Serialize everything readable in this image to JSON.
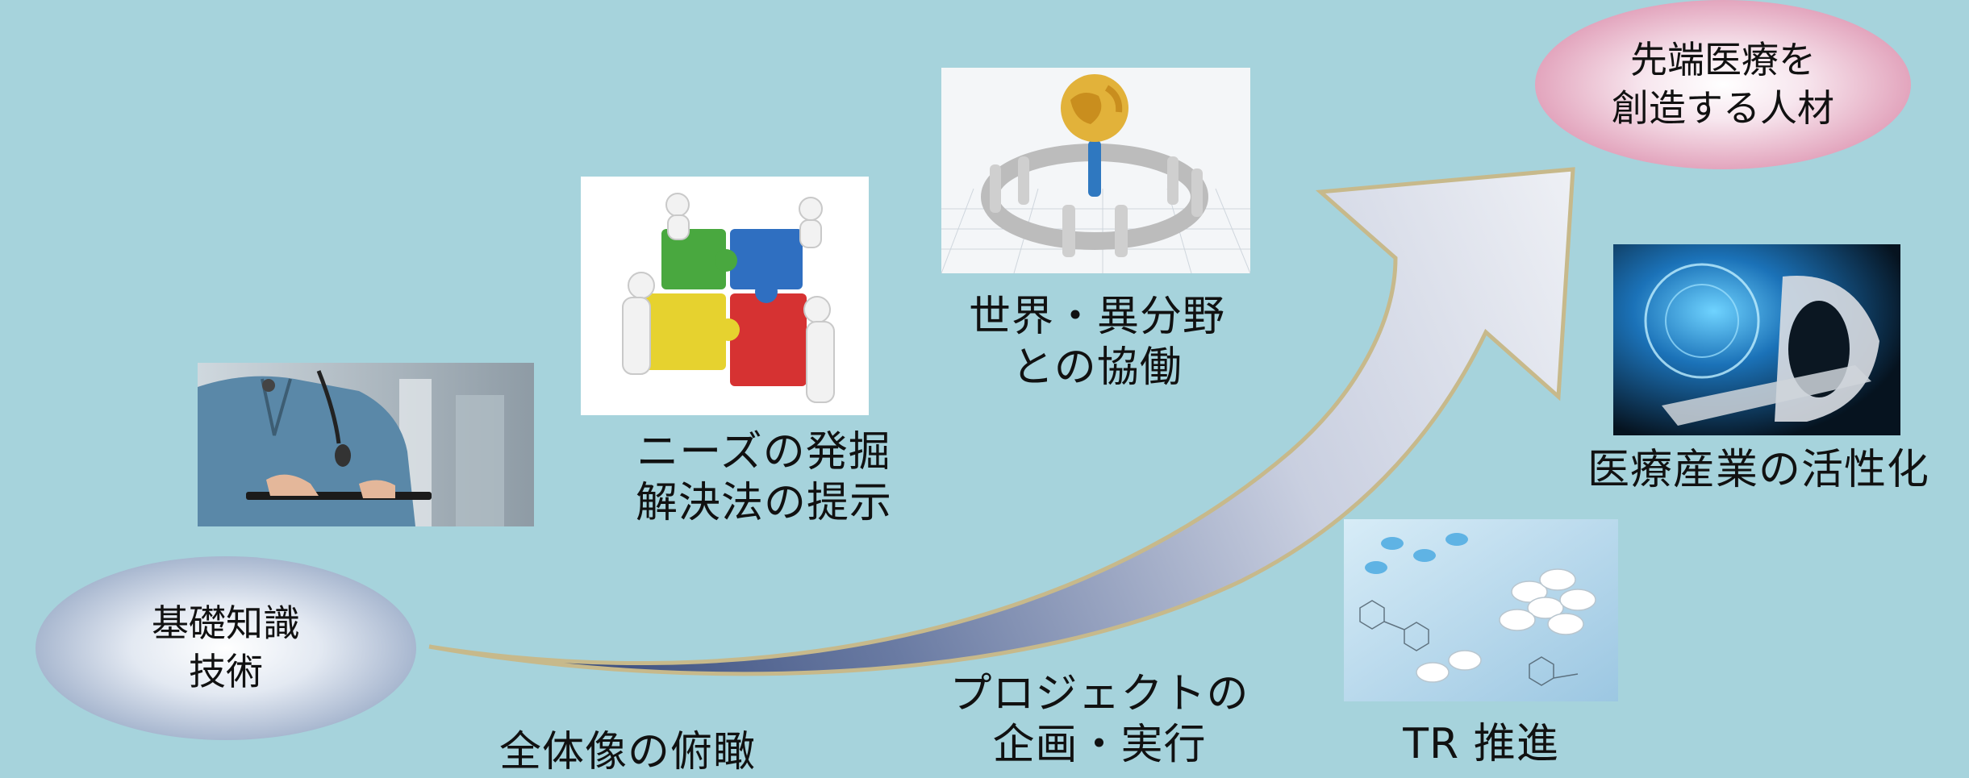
{
  "ovals": {
    "start": "基礎知識\n技術",
    "goal": "先端医療を\n創造する人材"
  },
  "labels": {
    "overview": "全体像の俯瞰",
    "needs": "ニーズの発掘\n解決法の提示",
    "collab": "世界・異分野\nとの協働",
    "project": "プロジェクトの\n企画・実行",
    "tr": "TR 推進",
    "industry": "医療産業の活性化"
  },
  "colors": {
    "background": "#a6d3dc",
    "arrow_dark": "#273b6e",
    "arrow_light": "#e9ecf3",
    "arrow_border": "#c7b98b"
  },
  "icons": {
    "doctor": "doctor-tablet-icon",
    "puzzle": "puzzle-people-icon",
    "globe": "globe-circle-people-icon",
    "scanner": "ct-scanner-icon",
    "pills": "pills-molecule-icon"
  }
}
